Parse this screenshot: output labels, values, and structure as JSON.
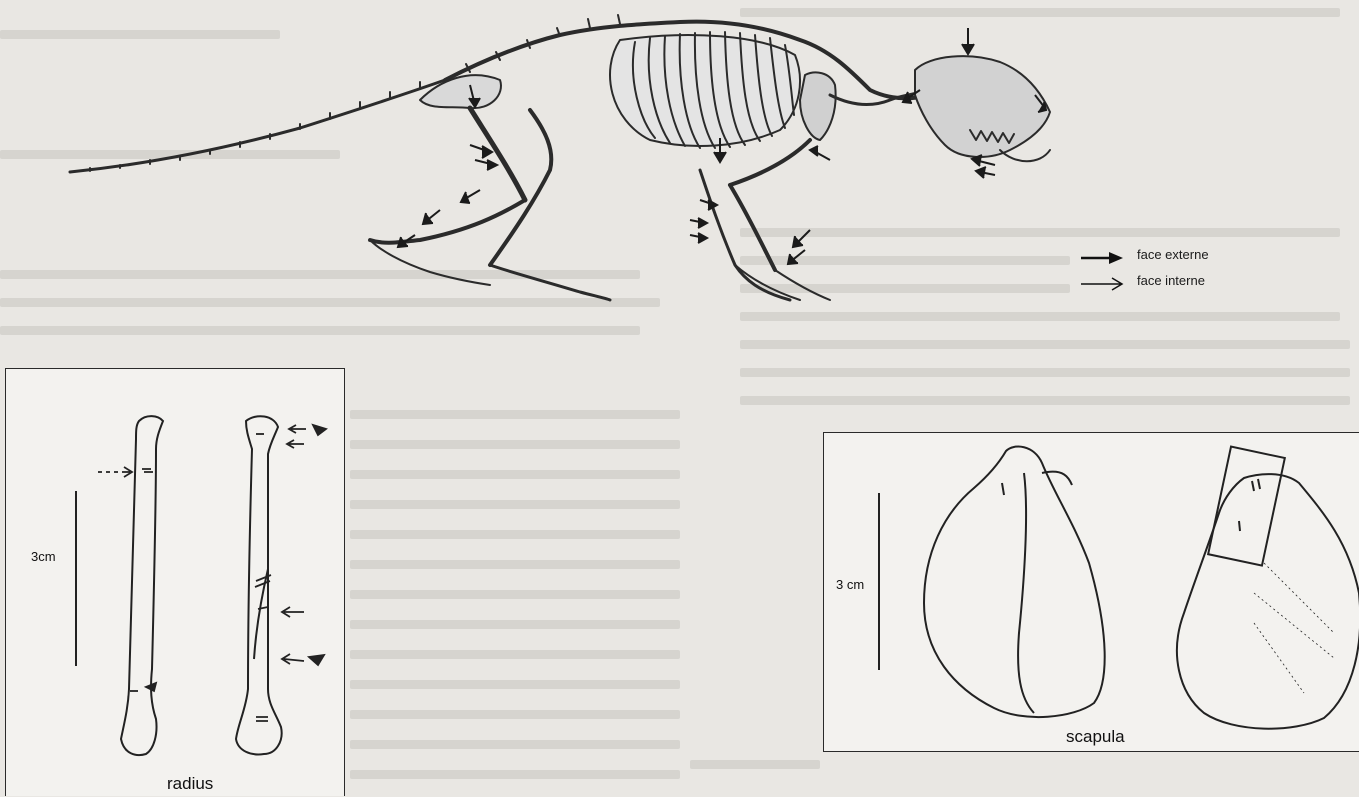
{
  "legend": {
    "external_label": "face externe",
    "internal_label": "face interne"
  },
  "radius_panel": {
    "scale_label": "3cm",
    "caption": "radius"
  },
  "scapula_panel": {
    "scale_label": "3 cm",
    "caption": "scapula"
  }
}
